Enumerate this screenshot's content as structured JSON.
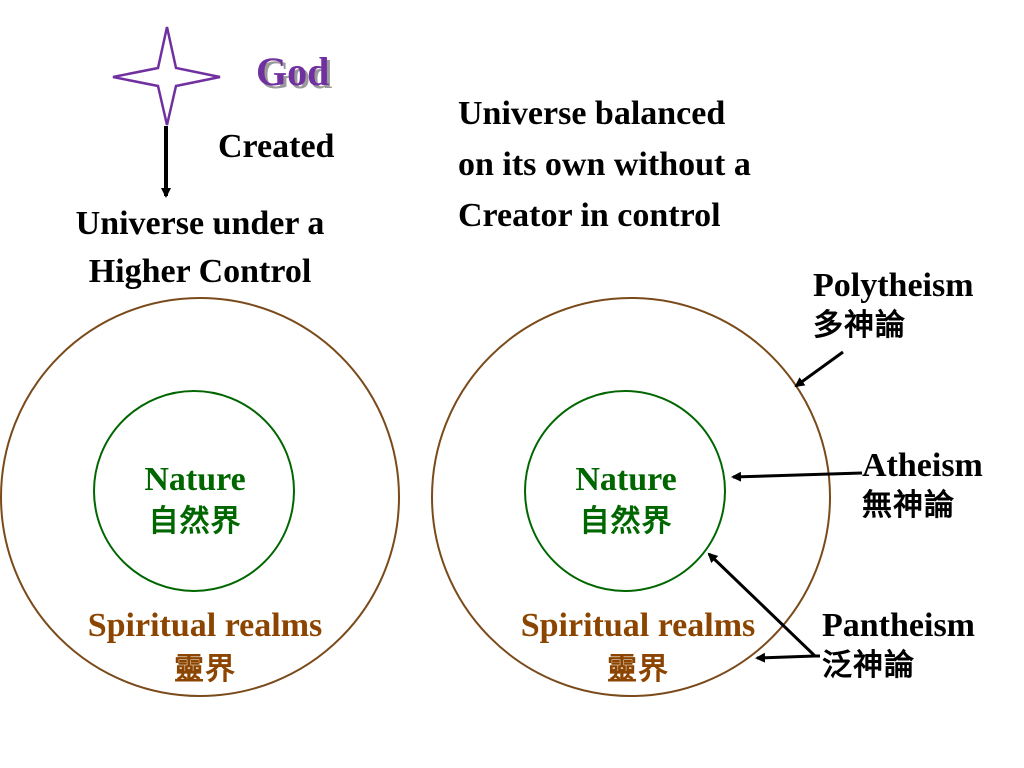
{
  "god": {
    "label": "God"
  },
  "left": {
    "created_label": "Created",
    "universe_label_line1": "Universe under a",
    "universe_label_line2": "Higher Control",
    "nature_en": "Nature",
    "nature_zh": "自然界",
    "spirit_en": "Spiritual realms",
    "spirit_zh": "靈界"
  },
  "right": {
    "caption_line1": "Universe balanced",
    "caption_line2": "on its own without a",
    "caption_line3": "Creator in control",
    "nature_en": "Nature",
    "nature_zh": "自然界",
    "spirit_en": "Spiritual realms",
    "spirit_zh": "靈界"
  },
  "views": {
    "polytheism_en": "Polytheism",
    "polytheism_zh": "多神論",
    "atheism_en": "Atheism",
    "atheism_zh": "無神論",
    "pantheism_en": "Pantheism",
    "pantheism_zh": "泛神論"
  },
  "colors": {
    "god": "#7030a0",
    "nature": "#006600",
    "spirit": "#8b4500"
  }
}
